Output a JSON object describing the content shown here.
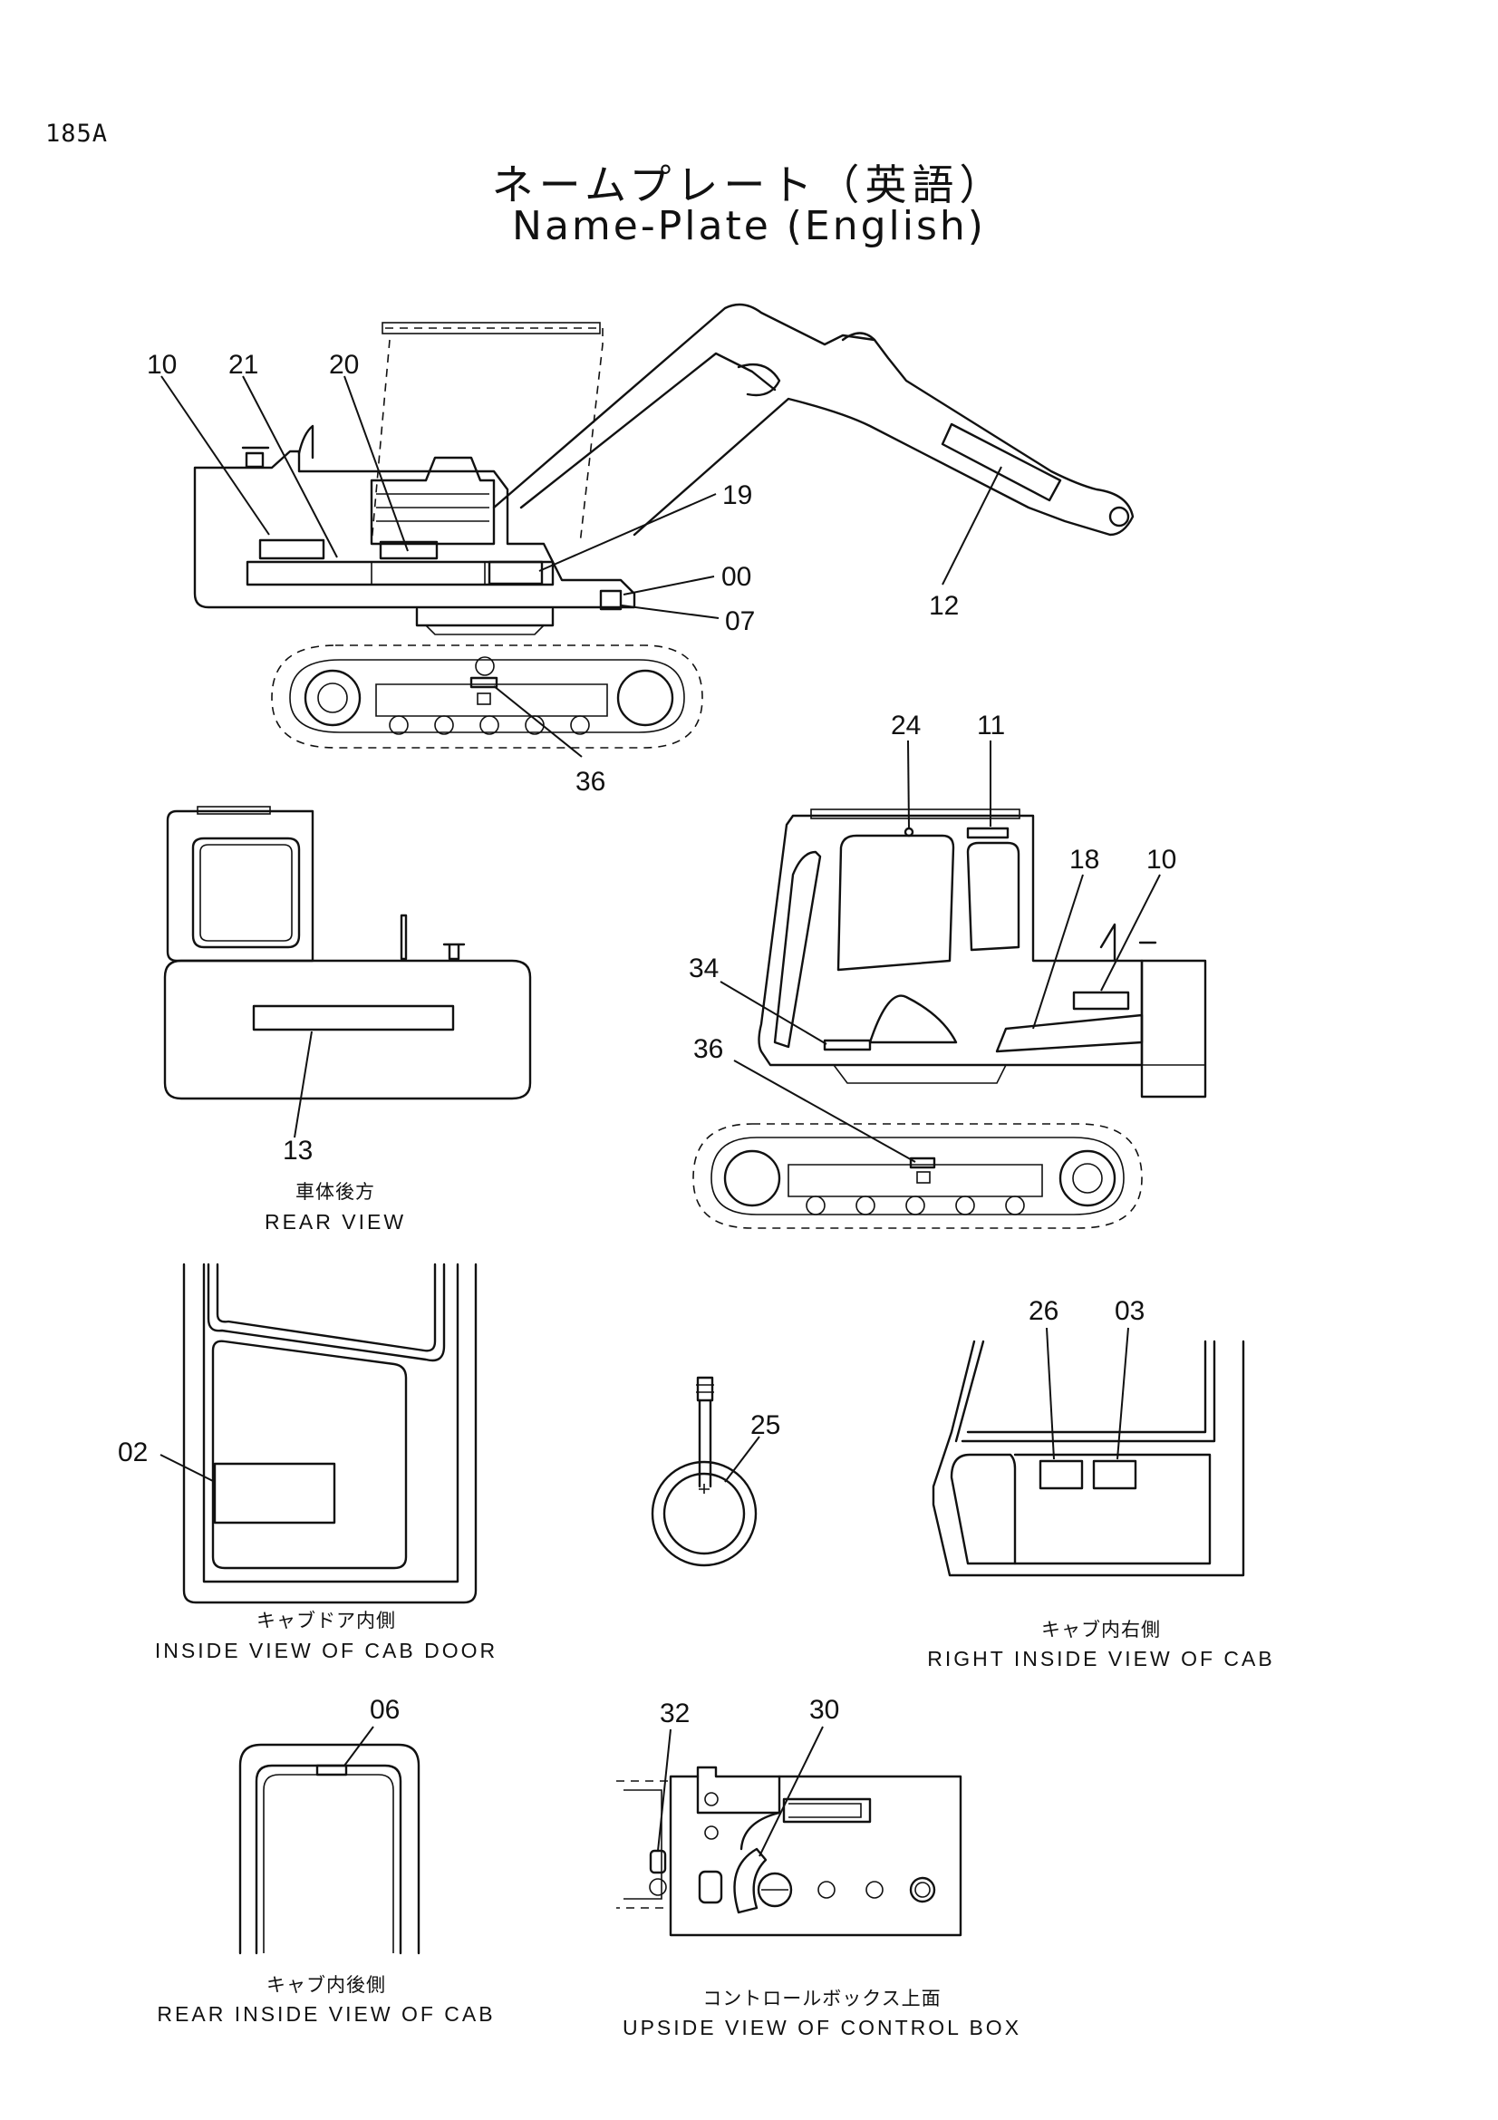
{
  "page_number": "185A",
  "title_jp": "ネームプレート（英語）",
  "title_en": "Name-Plate (English)",
  "labels": {
    "side": {
      "l10": "10",
      "l21": "21",
      "l20": "20",
      "l19": "19",
      "l00": "00",
      "l07": "07",
      "l12": "12",
      "l36": "36"
    },
    "rear": {
      "l13": "13"
    },
    "front": {
      "l24": "24",
      "l11": "11",
      "l18": "18",
      "l10": "10",
      "l34": "34",
      "l36": "36"
    },
    "door": {
      "l02": "02"
    },
    "gauge": {
      "l25": "25"
    },
    "right_cab": {
      "l26": "26",
      "l03": "03"
    },
    "rear_cab": {
      "l06": "06"
    },
    "control_box": {
      "l32": "32",
      "l30": "30"
    }
  },
  "captions": {
    "rear_view": {
      "jp": "車体後方",
      "en": "REAR VIEW"
    },
    "cab_door": {
      "jp": "キャブドア内側",
      "en": "INSIDE VIEW OF CAB DOOR"
    },
    "right_cab": {
      "jp": "キャブ内右側",
      "en": "RIGHT INSIDE VIEW OF CAB"
    },
    "rear_cab": {
      "jp": "キャブ内後側",
      "en": "REAR INSIDE VIEW OF CAB"
    },
    "control_box": {
      "jp": "コントロールボックス上面",
      "en": "UPSIDE VIEW OF CONTROL BOX"
    }
  }
}
